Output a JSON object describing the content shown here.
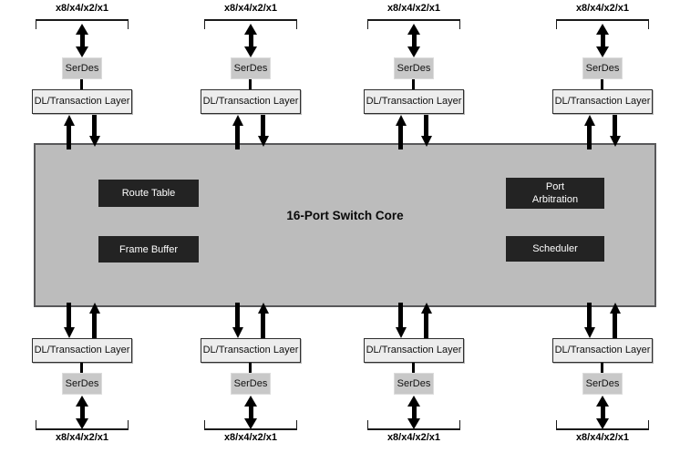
{
  "labels": {
    "lane": "x8/x4/x2/x1",
    "serdes": "SerDes",
    "dl": "DL/Transaction Layer"
  },
  "core": {
    "title": "16-Port Switch Core",
    "blocks": {
      "route_table": "Route Table",
      "frame_buffer": "Frame Buffer",
      "port_arbitration": "Port Arbitration",
      "scheduler": "Scheduler"
    }
  },
  "ports": {
    "top_count": 4,
    "bottom_count": 4
  },
  "colors": {
    "background": "#ffffff",
    "text": "#000000",
    "core_fill": "#bcbcbc",
    "core_border": "#58585a",
    "serdes_fill": "#c8c8c8",
    "serdes_border": "#dcdcdc",
    "dl_fill": "#ededed",
    "dl_border": "#2e2e2e",
    "block_fill": "#232323",
    "block_text": "#ffffff",
    "arrow": "#000000"
  }
}
